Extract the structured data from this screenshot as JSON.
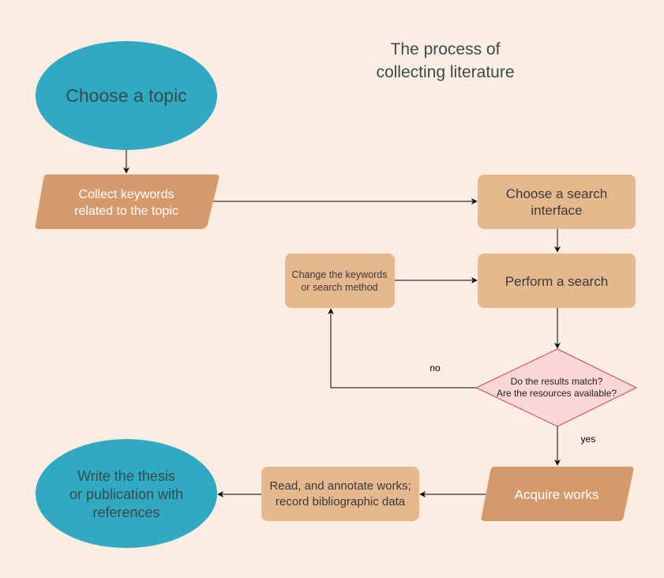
{
  "title": {
    "line1": "The process of",
    "line2": "collecting literature"
  },
  "colors": {
    "background": "#fbede2",
    "ellipse_fill": "#30a9c3",
    "ellipse_text": "#3a4a4a",
    "parallelogram_fill": "#d49a6c",
    "box_fill": "#e6b88e",
    "box_text": "#3a3a3a",
    "decision_fill": "#fbd6d6",
    "decision_stroke": "#c0494a",
    "edge": "#000000",
    "title_text": "#3a4a4a"
  },
  "nodes": {
    "choose_topic": {
      "line1": "Choose a topic"
    },
    "collect_keywords": {
      "line1": "Collect keywords",
      "line2": "related to the topic"
    },
    "choose_interface": {
      "line1": "Choose a search",
      "line2": "interface"
    },
    "change_keywords": {
      "line1": "Change the keywords",
      "line2": "or search method"
    },
    "perform_search": {
      "line1": "Perform a search"
    },
    "decision": {
      "line1": "Do the results match?",
      "line2": "Are the resources available?"
    },
    "acquire_works": {
      "line1": "Acquire works"
    },
    "read_annotate": {
      "line1": "Read, and annotate works;",
      "line2": "record bibliographic data"
    },
    "write_thesis": {
      "line1": "Write the thesis",
      "line2": "or publication with",
      "line3": "references"
    }
  },
  "edge_labels": {
    "no": "no",
    "yes": "yes"
  }
}
